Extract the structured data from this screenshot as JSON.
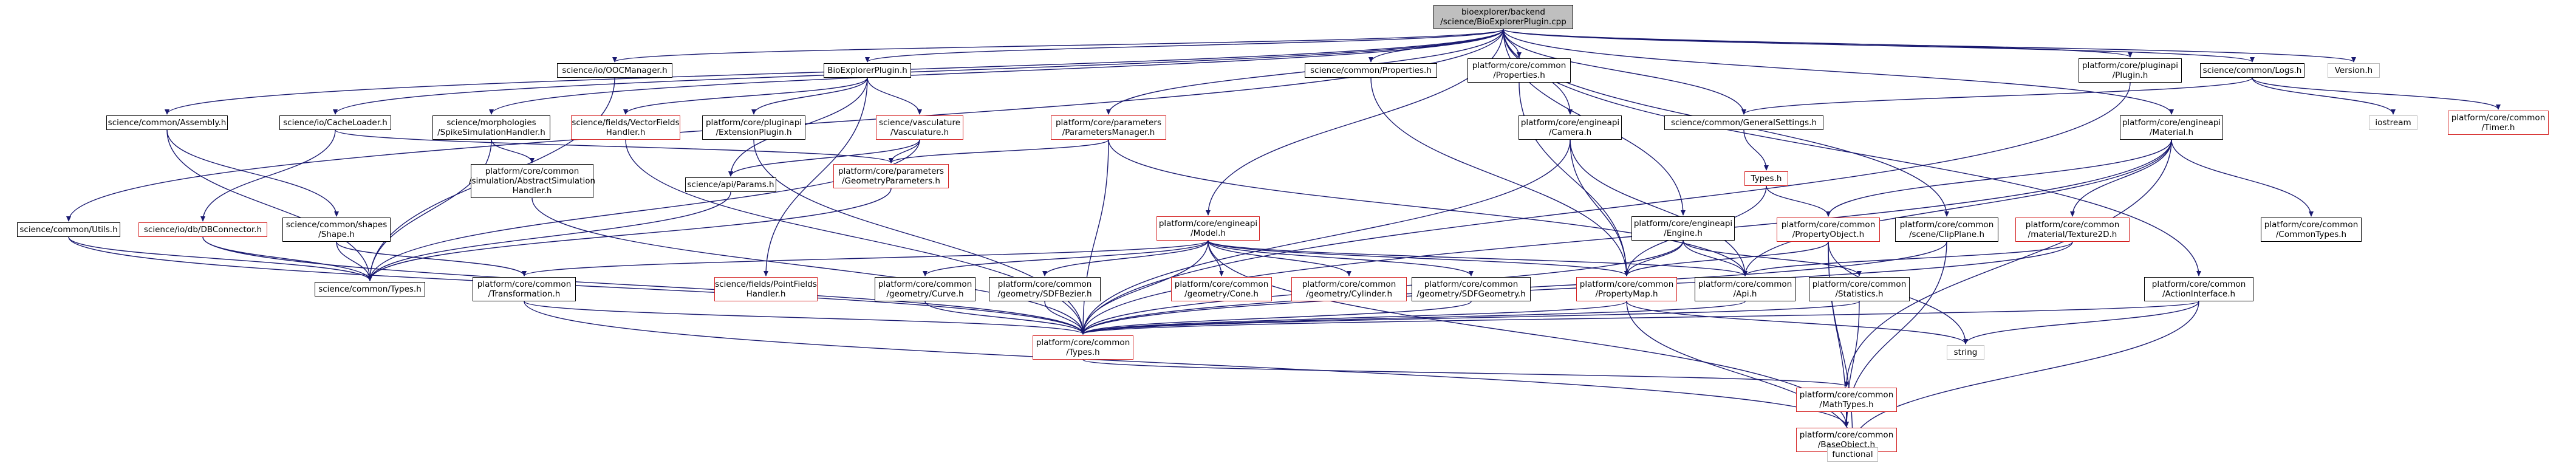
{
  "colors": {
    "edge": "#191970",
    "box": "#000000",
    "incomplete_box": "#d42020",
    "external_box": "#bdbdbd",
    "root_fill": "#bfbfbf"
  },
  "nodes": {
    "root": {
      "l1": "bioexplorer/backend",
      "l2": "/science/BioExplorerPlugin.cpp"
    },
    "assembly": {
      "l1": "science/common/Assembly.h"
    },
    "cacheloader": {
      "l1": "science/io/CacheLoader.h"
    },
    "oocmanager": {
      "l1": "science/io/OOCManager.h"
    },
    "bioplugin": {
      "l1": "BioExplorerPlugin.h"
    },
    "commonprops": {
      "l1": "science/common/Properties.h"
    },
    "coreprops": {
      "l1": "platform/core/common",
      "l2": "/Properties.h"
    },
    "pluginapi": {
      "l1": "platform/core/pluginapi",
      "l2": "/Plugin.h"
    },
    "logs": {
      "l1": "science/common/Logs.h"
    },
    "version": {
      "l1": "Version.h"
    },
    "utils": {
      "l1": "science/common/Utils.h"
    },
    "dbconnector": {
      "l1": "science/io/db/DBConnector.h"
    },
    "shape": {
      "l1": "science/common/shapes",
      "l2": "/Shape.h"
    },
    "spikesim": {
      "l1": "science/morphologies",
      "l2": "/SpikeSimulationHandler.h"
    },
    "vectorfields": {
      "l1": "science/fields/VectorFields",
      "l2": "Handler.h"
    },
    "extplugin": {
      "l1": "platform/core/pluginapi",
      "l2": "/ExtensionPlugin.h"
    },
    "vasculature": {
      "l1": "science/vasculature",
      "l2": "/Vasculature.h"
    },
    "paramsmgr": {
      "l1": "platform/core/parameters",
      "l2": "/ParametersManager.h"
    },
    "camera": {
      "l1": "platform/core/engineapi",
      "l2": "/Camera.h"
    },
    "gensettings": {
      "l1": "science/common/GeneralSettings.h"
    },
    "material": {
      "l1": "platform/core/engineapi",
      "l2": "/Material.h"
    },
    "iostream": {
      "l1": "iostream"
    },
    "timer": {
      "l1": "platform/core/common",
      "l2": "/Timer.h"
    },
    "abstractsim": {
      "l1": "platform/core/common",
      "l2": "/simulation/AbstractSimulation",
      "l3": "Handler.h"
    },
    "apiparams": {
      "l1": "science/api/Params.h"
    },
    "geomparams": {
      "l1": "platform/core/parameters",
      "l2": "/GeometryParameters.h"
    },
    "model": {
      "l1": "platform/core/engineapi",
      "l2": "/Model.h"
    },
    "engine": {
      "l1": "platform/core/engineapi",
      "l2": "/Engine.h"
    },
    "typesh": {
      "l1": "Types.h"
    },
    "propobject": {
      "l1": "platform/core/common",
      "l2": "/PropertyObject.h"
    },
    "clipplane": {
      "l1": "platform/core/common",
      "l2": "/scene/ClipPlane.h"
    },
    "texture2d": {
      "l1": "platform/core/common",
      "l2": "/material/Texture2D.h"
    },
    "commontypes": {
      "l1": "platform/core/common",
      "l2": "/CommonTypes.h"
    },
    "sciencetypes": {
      "l1": "science/common/Types.h"
    },
    "transformation": {
      "l1": "platform/core/common",
      "l2": "/Transformation.h"
    },
    "pointfields": {
      "l1": "science/fields/PointFields",
      "l2": "Handler.h"
    },
    "curve": {
      "l1": "platform/core/common",
      "l2": "/geometry/Curve.h"
    },
    "sdfbezier": {
      "l1": "platform/core/common",
      "l2": "/geometry/SDFBezier.h"
    },
    "cone": {
      "l1": "platform/core/common",
      "l2": "/geometry/Cone.h"
    },
    "cylinder": {
      "l1": "platform/core/common",
      "l2": "/geometry/Cylinder.h"
    },
    "sdfgeometry": {
      "l1": "platform/core/common",
      "l2": "/geometry/SDFGeometry.h"
    },
    "propertymap": {
      "l1": "platform/core/common",
      "l2": "/PropertyMap.h"
    },
    "api": {
      "l1": "platform/core/common",
      "l2": "/Api.h"
    },
    "statistics": {
      "l1": "platform/core/common",
      "l2": "/Statistics.h"
    },
    "actioninterface": {
      "l1": "platform/core/common",
      "l2": "/ActionInterface.h"
    },
    "coretypes": {
      "l1": "platform/core/common",
      "l2": "/Types.h"
    },
    "string": {
      "l1": "string"
    },
    "mathtypes": {
      "l1": "platform/core/common",
      "l2": "/MathTypes.h"
    },
    "baseobject": {
      "l1": "platform/core/common",
      "l2": "/BaseObject.h"
    },
    "functional": {
      "l1": "functional"
    }
  }
}
